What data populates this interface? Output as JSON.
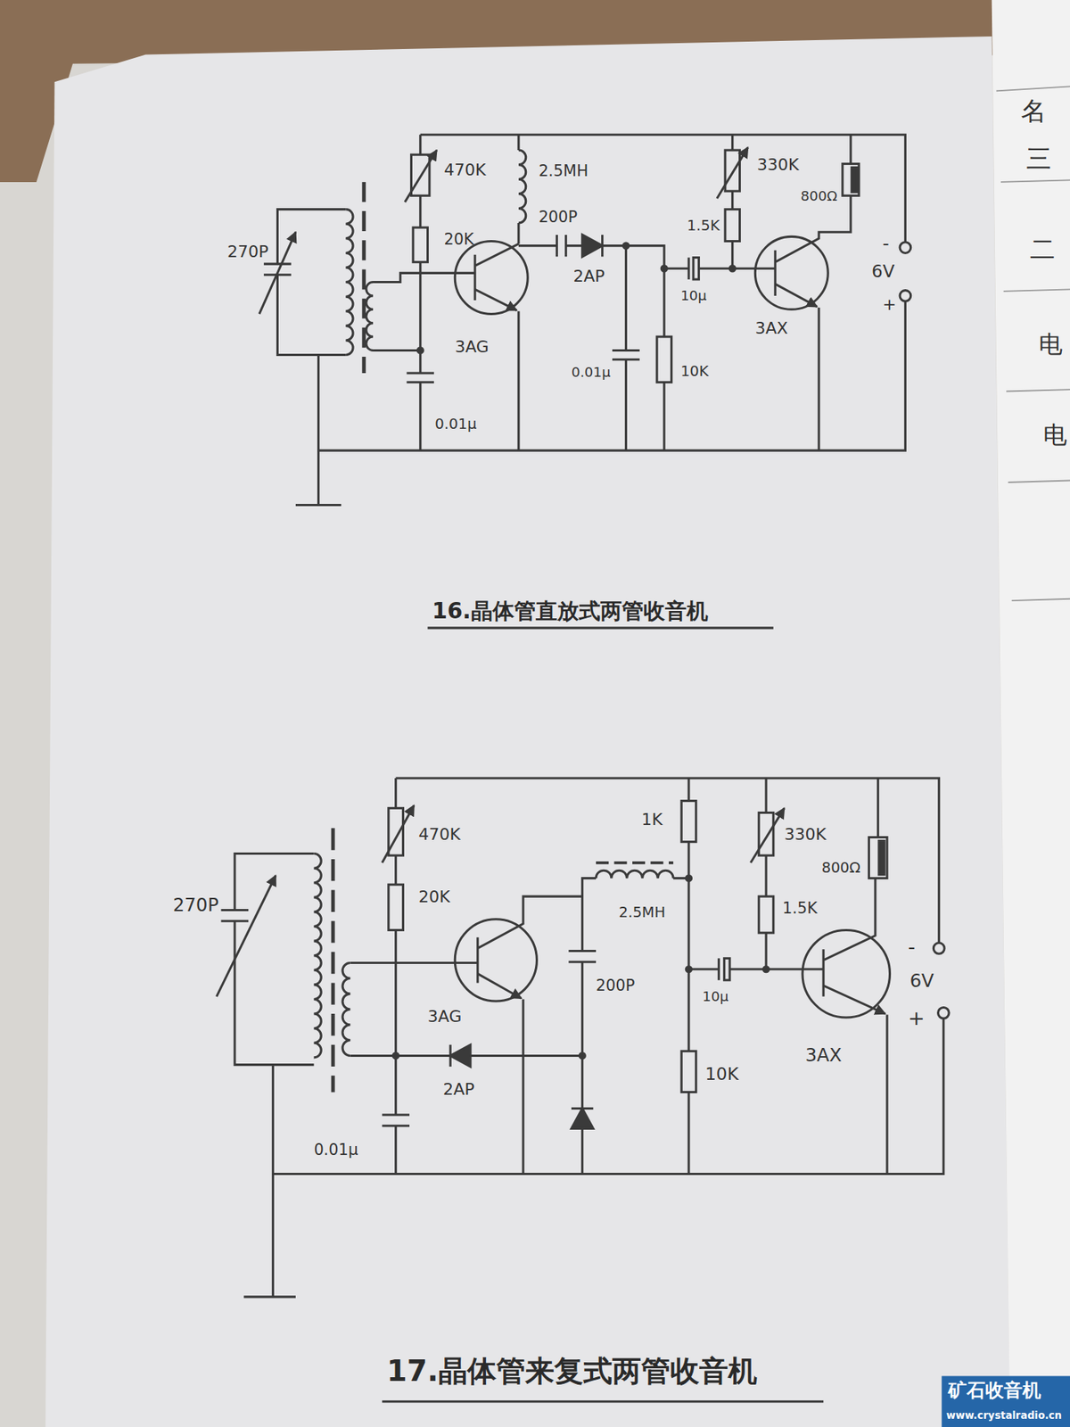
{
  "diagram": {
    "labels": [
      "270P",
      "470K",
      "2.5MH",
      "200P",
      "20K",
      "2AP",
      "3AG",
      "0.01μ",
      "0.01μ",
      "10K",
      "10μ",
      "330K",
      "1.5K",
      "800Ω",
      "3AX",
      "-",
      "6V",
      "+",
      "16.晶体管直放式两管收音机",
      "270P",
      "470K",
      "1K",
      "330K",
      "800Ω",
      "20K",
      "2.5MH",
      "1.5K",
      "200P",
      "10μ",
      "3AG",
      "2AP",
      "10K",
      "3AX",
      "0.01μ",
      "-",
      "6V",
      "+",
      "17.晶体管来复式两管收音机",
      "矿石收音机",
      "www.crystalradio.cn",
      "名",
      "三",
      "二",
      "电",
      "电"
    ]
  }
}
